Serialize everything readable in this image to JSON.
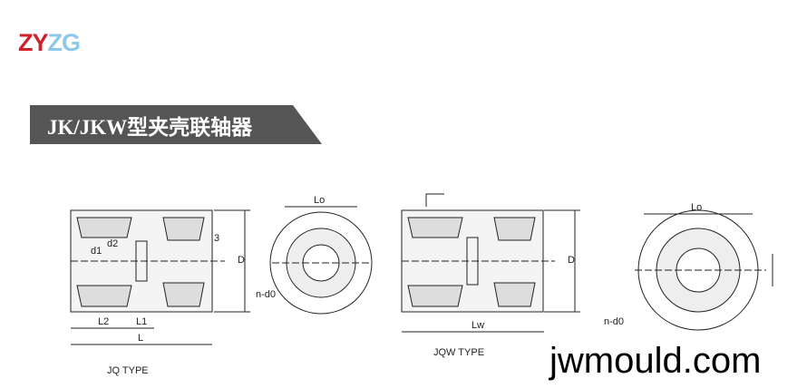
{
  "logo": {
    "part1": "ZY",
    "part2": "ZG"
  },
  "banner": {
    "title": "JK/JKW型夹壳联轴器"
  },
  "drawing": {
    "labels": {
      "lo": "Lo",
      "d_outer": "D",
      "three": "3",
      "d1": "d1",
      "d2": "d2",
      "l2": "L2",
      "l1": "L1",
      "l": "L",
      "nd0": "n-d0",
      "lw": "Lw"
    },
    "types": [
      "JQ TYPE",
      "JQW TYPE"
    ]
  },
  "watermark": "jwmould.com",
  "colors": {
    "logo_red": "#d0202a",
    "logo_blue": "#8cc8e8",
    "banner": "#555555"
  }
}
